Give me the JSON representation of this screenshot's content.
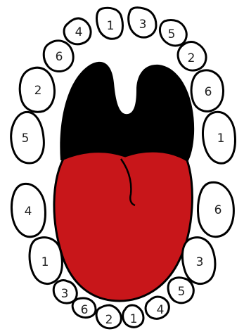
{
  "colors": {
    "tongue": "#c8161a",
    "throat": "#000000",
    "tooth_fill": "#ffffff",
    "outline": "#000000"
  },
  "upper_teeth": [
    {
      "id": "upper-left-1",
      "number": "5"
    },
    {
      "id": "upper-left-2",
      "number": "2"
    },
    {
      "id": "upper-left-3",
      "number": "6"
    },
    {
      "id": "upper-left-4",
      "number": "4"
    },
    {
      "id": "upper-left-5",
      "number": "1"
    },
    {
      "id": "upper-right-5",
      "number": "3"
    },
    {
      "id": "upper-right-4",
      "number": "5"
    },
    {
      "id": "upper-right-3",
      "number": "2"
    },
    {
      "id": "upper-right-2",
      "number": "6"
    },
    {
      "id": "upper-right-1",
      "number": "1"
    }
  ],
  "lower_teeth": [
    {
      "id": "lower-left-1",
      "number": "4"
    },
    {
      "id": "lower-left-2",
      "number": "1"
    },
    {
      "id": "lower-left-3",
      "number": "3"
    },
    {
      "id": "lower-left-4",
      "number": "6"
    },
    {
      "id": "lower-left-5",
      "number": "2"
    },
    {
      "id": "lower-right-5",
      "number": "1"
    },
    {
      "id": "lower-right-4",
      "number": "4"
    },
    {
      "id": "lower-right-3",
      "number": "5"
    },
    {
      "id": "lower-right-2",
      "number": "3"
    },
    {
      "id": "lower-right-1",
      "number": "6"
    }
  ]
}
